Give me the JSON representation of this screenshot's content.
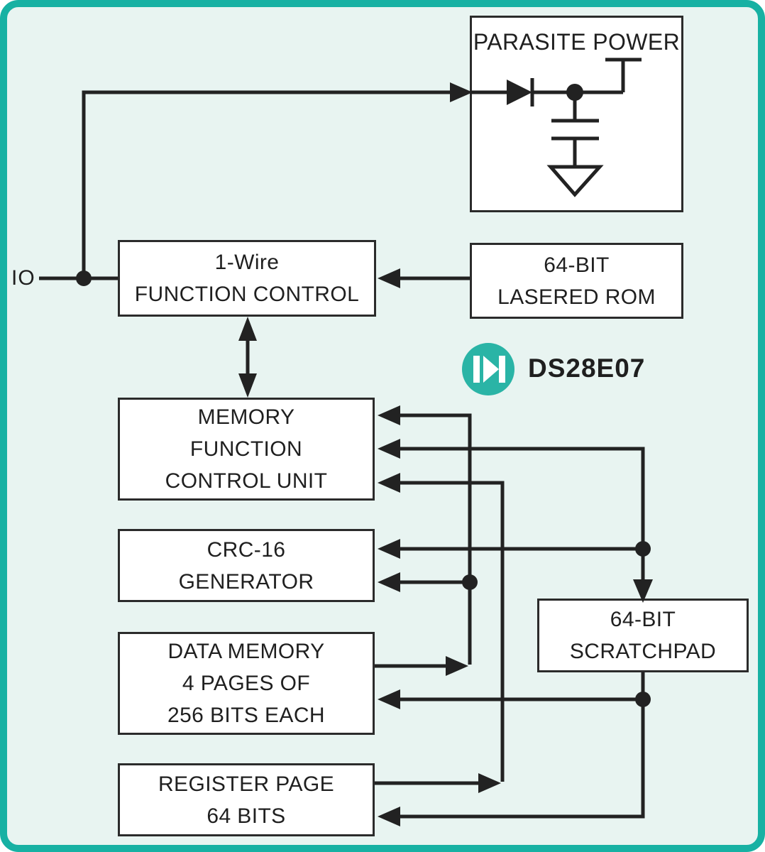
{
  "product": {
    "name": "DS28E07",
    "logo": "maxim-logo"
  },
  "io_pin": {
    "label": "IO"
  },
  "blocks": {
    "parasite_power": {
      "title": "PARASITE POWER"
    },
    "one_wire_function_control": {
      "line1": "1-Wire",
      "line2": "FUNCTION CONTROL"
    },
    "lasered_rom": {
      "line1": "64-BIT",
      "line2": "LASERED ROM"
    },
    "memory_function_control_unit": {
      "line1": "MEMORY",
      "line2": "FUNCTION",
      "line3": "CONTROL UNIT"
    },
    "crc16_generator": {
      "line1": "CRC-16",
      "line2": "GENERATOR"
    },
    "data_memory": {
      "line1": "DATA MEMORY",
      "line2": "4 PAGES OF",
      "line3": "256 BITS EACH"
    },
    "register_page": {
      "line1": "REGISTER PAGE",
      "line2": "64 BITS"
    },
    "scratchpad": {
      "line1": "64-BIT",
      "line2": "SCRATCHPAD"
    }
  },
  "colors": {
    "frame_border": "#17b1a3",
    "background": "#e8f4f1",
    "box_fill": "#ffffff",
    "box_border": "#2b2b2b",
    "line": "#222222",
    "logo_teal": "#2ab4a6",
    "text": "#1f1f1f"
  }
}
